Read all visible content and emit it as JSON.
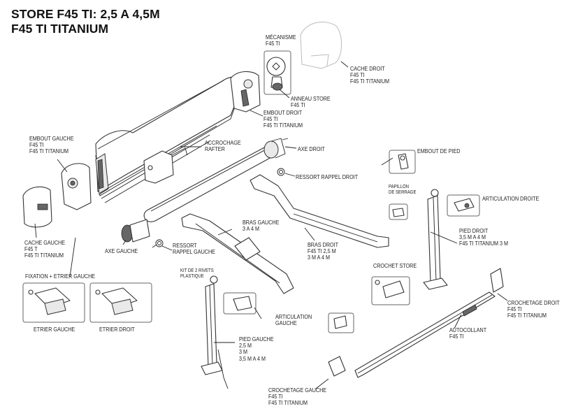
{
  "title": {
    "line1": "STORE F45 TI: 2,5 A 4,5M",
    "line2": "F45 TI TITANIUM"
  },
  "labels": {
    "mecanisme": [
      "MÉCANISME",
      "F45 TI"
    ],
    "cache_droit": [
      "CACHE DROIT",
      "F45 TI",
      "F45 TI TITANIUM"
    ],
    "anneau_store": [
      "ANNEAU STORE",
      "F45 TI"
    ],
    "embout_droit": [
      "EMBOUT DROIT",
      "F45 TI",
      "F45 TI TITANIUM"
    ],
    "embout_gauche": [
      "EMBOUT GAUCHE",
      "F45 TI",
      "F45 TI TITANIUM"
    ],
    "accrochage_rafter": [
      "ACCROCHAGE",
      "RAFTER"
    ],
    "axe_droit": [
      "AXE DROIT"
    ],
    "ressort_rappel_droit": [
      "RESSORT RAPPEL DROIT"
    ],
    "embout_de_pied": [
      "EMBOUT DE PIED"
    ],
    "papillon_de_serrage": [
      "PAPILLON",
      "DE SERRAGE"
    ],
    "articulation_droite": [
      "ARTICULATION DROITE"
    ],
    "cache_gauche": [
      "CACHE GAUCHE",
      "F45 T",
      "F45 TI TITANIUM"
    ],
    "axe_gauche": [
      "AXE GAUCHE"
    ],
    "ressort_rappel_gauche": [
      "RESSORT",
      "RAPPEL GAUCHE"
    ],
    "bras_gauche": [
      "BRAS GAUCHE",
      "3 A 4 M"
    ],
    "bras_droit": [
      "BRAS DROIT",
      "F45 TI 2,5 M",
      "3 M A 4 M"
    ],
    "pied_droit": [
      "PIED DROIT",
      "3,5 M A 4 M",
      "F45 TI TITANIUM 3 M"
    ],
    "crochet_store": [
      "CROCHET STORE"
    ],
    "fixation_etrier_gauche": [
      "FIXATION + ETRIER GAUCHE"
    ],
    "etrier_gauche": [
      "ETRIER GAUCHE"
    ],
    "etrier_droit": [
      "ETRIER DROIT"
    ],
    "kit_rivets": [
      "KIT DE 2 RIVETS",
      "PLASTIQUE"
    ],
    "articulation_gauche": [
      "ARTICULATION",
      "GAUCHE"
    ],
    "pied_gauche": [
      "PIED GAUCHE",
      "2,5 M",
      "3 M",
      "3,5 M A 4 M"
    ],
    "crochetage_droit": [
      "CROCHETAGE DROIT",
      "F45 TI",
      "F45 TI TITANIUM"
    ],
    "autocollant": [
      "AUTOCOLLANT",
      "F45 TI"
    ],
    "crochetage_gauche": [
      "CROCHETAGE GAUCHE",
      "F45 TI",
      "F45 TI TITANIUM"
    ]
  }
}
